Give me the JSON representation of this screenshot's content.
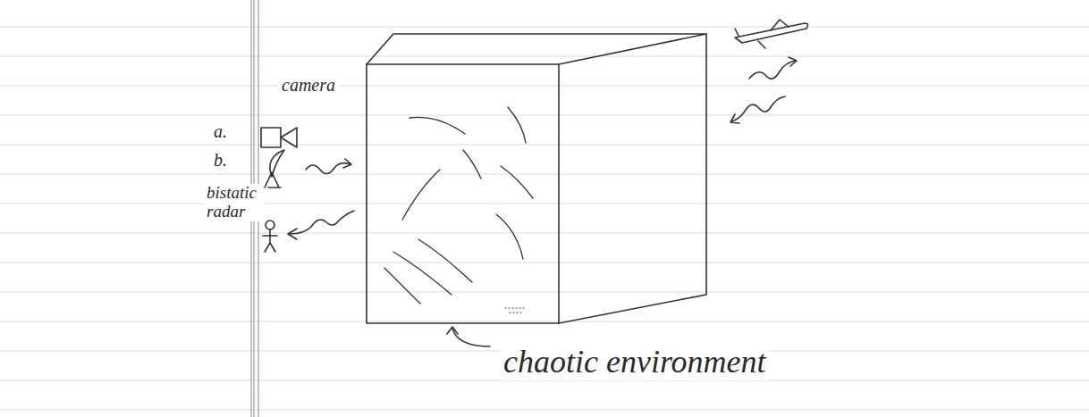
{
  "diagram": {
    "labels": [
      "camera",
      "a.",
      "b.",
      "bistatic radar",
      "chaotic environment"
    ]
  }
}
